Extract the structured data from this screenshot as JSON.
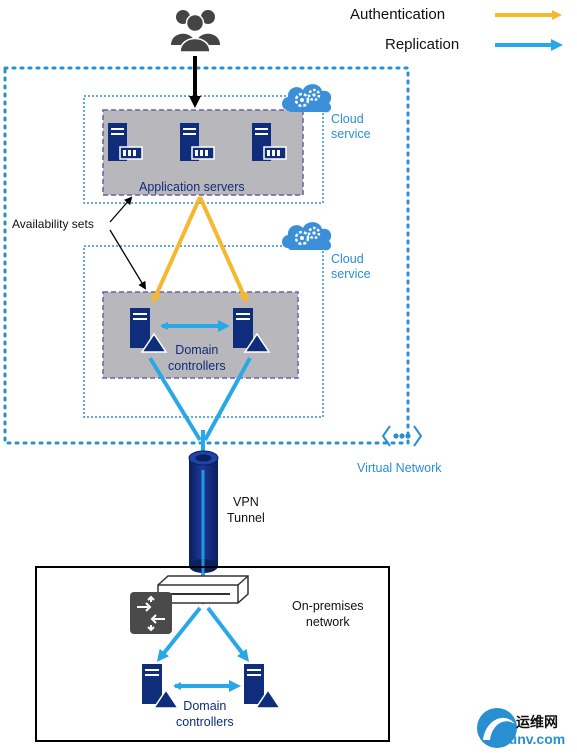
{
  "legend": {
    "authentication_label": "Authentication",
    "replication_label": "Replication",
    "authentication_color": "#f5b82e",
    "replication_color": "#29a8e8"
  },
  "cloud_service_top": {
    "label": "Cloud\nservice"
  },
  "cloud_service_bottom": {
    "label": "Cloud\nservice"
  },
  "app_tier": {
    "label": "Application servers"
  },
  "availability_sets": {
    "label": "Availability sets"
  },
  "dc_tier": {
    "label": "Domain\ncontrollers"
  },
  "virtual_network": {
    "label": "Virtual Network"
  },
  "vpn": {
    "label": "VPN\nTunnel"
  },
  "on_premises": {
    "label": "On-premises\nnetwork",
    "dc_label": "Domain\ncontrollers"
  },
  "watermark": {
    "brand": "运维网",
    "domain": "iyunv.com"
  },
  "colors": {
    "dotted_border": "#2a8fd0",
    "server_navy": "#0f2d7a",
    "tier_fill": "#b8b8bc",
    "tier_border": "#6b5fa8",
    "cloud_blue": "#3b8fd9"
  }
}
